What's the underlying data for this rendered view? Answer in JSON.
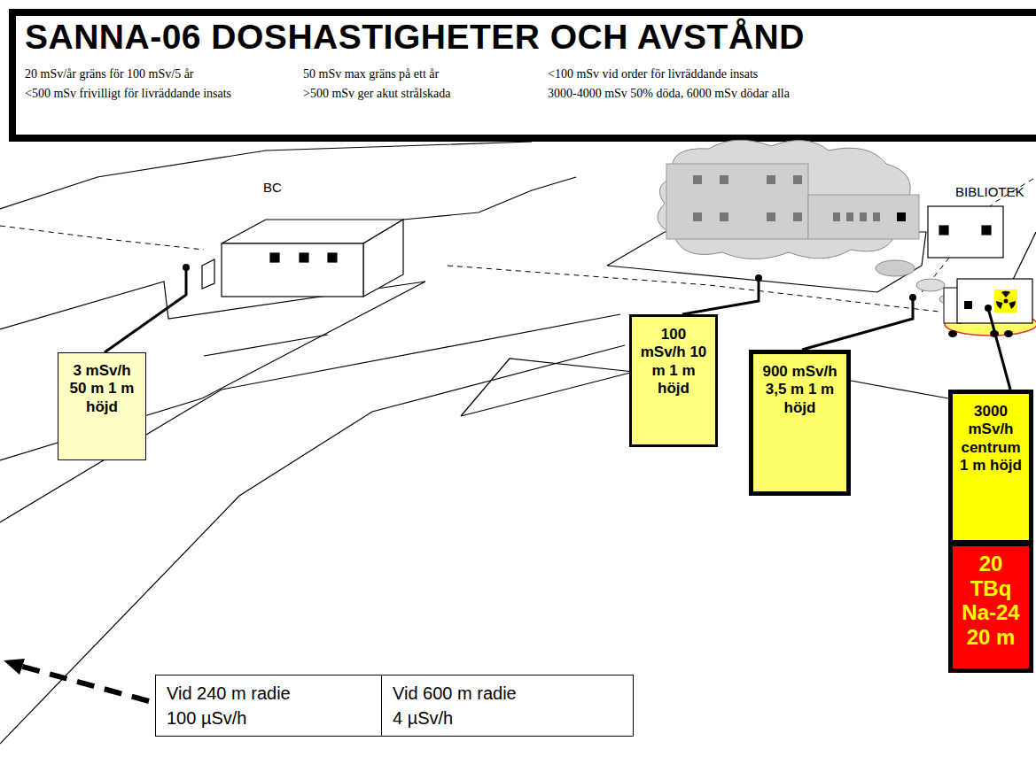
{
  "diagram": {
    "title": "SANNA-06 DOSHASTIGHETER OCH AVSTÅND",
    "nodes": [
      {
        "text": [
          "3 mSv/h 50 m 1 m höjd"
        ]
      },
      {
        "text": [
          "100 mSv/h 10 m 1 m höjd"
        ]
      },
      {
        "text": [
          "900 mSv/h 3,5 m 1 m höjd"
        ]
      },
      {
        "text": [
          "3000 mSv/h centrum 1 m höjd"
        ]
      },
      {
        "text": [
          "20 TBq Na-24 20 m"
        ]
      },
      {
        "text": [
          "Vid 240 m radie",
          "100 µSv/h"
        ]
      },
      {
        "text": [
          "Vid 600 m radie",
          "4 µSv/h"
        ]
      }
    ],
    "labels": [
      "20 mSv/år gräns för 100 mSv/5 år",
      "<500 mSv frivilligt för livräddande insats",
      "50 mSv max gräns på ett år",
      ">500 mSv ger akut strålskada",
      "<100 mSv vid order för livräddande insats",
      "3000-4000 mSv 50% döda, 6000 mSv dödar alla",
      "BC",
      "BIBLIOTEK"
    ]
  }
}
